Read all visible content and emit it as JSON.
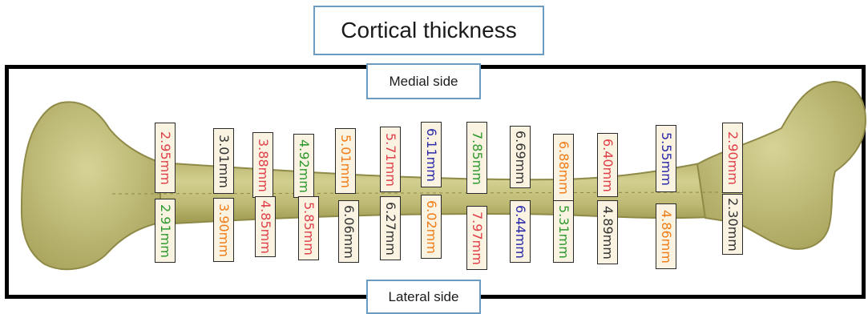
{
  "title": "Cortical thickness",
  "medial_label": "Medial side",
  "lateral_label": "Lateral side",
  "colors": {
    "bone_fill": "#c9c57e",
    "bone_outline": "#9a9550",
    "label_bg": "#faf3e1",
    "box_border": "#6a9bc3"
  },
  "measurements": {
    "upper": [
      {
        "value": "2.95mm",
        "color": "#e0404a"
      },
      {
        "value": "3.01mm",
        "color": "#333333"
      },
      {
        "value": "3.88mm",
        "color": "#e0404a"
      },
      {
        "value": "4.92mm",
        "color": "#2e9a2e"
      },
      {
        "value": "5.01mm",
        "color": "#f07d1a"
      },
      {
        "value": "5.71mm",
        "color": "#e0404a"
      },
      {
        "value": "6.11mm",
        "color": "#2828a8"
      },
      {
        "value": "7.85mm",
        "color": "#2e9a2e"
      },
      {
        "value": "6.69mm",
        "color": "#333333"
      },
      {
        "value": "6.88mm",
        "color": "#f07d1a"
      },
      {
        "value": "6.40mm",
        "color": "#e0404a"
      },
      {
        "value": "5.55mm",
        "color": "#2828a8"
      },
      {
        "value": "2.90mm",
        "color": "#e0404a"
      }
    ],
    "lower": [
      {
        "value": "2.91mm",
        "color": "#2e9a2e"
      },
      {
        "value": "3.90mm",
        "color": "#f07d1a"
      },
      {
        "value": "4.85mm",
        "color": "#e0404a"
      },
      {
        "value": "5.85mm",
        "color": "#e0404a"
      },
      {
        "value": "6.06mm",
        "color": "#333333"
      },
      {
        "value": "6.27mm",
        "color": "#333333"
      },
      {
        "value": "6.02mm",
        "color": "#f07d1a"
      },
      {
        "value": "7.97mm",
        "color": "#e0404a"
      },
      {
        "value": "6.44mm",
        "color": "#2828a8"
      },
      {
        "value": "5.31mm",
        "color": "#2e9a2e"
      },
      {
        "value": "4.89mm",
        "color": "#333333"
      },
      {
        "value": "4.86mm",
        "color": "#f07d1a"
      },
      {
        "value": "2.30mm",
        "color": "#333333"
      }
    ]
  }
}
